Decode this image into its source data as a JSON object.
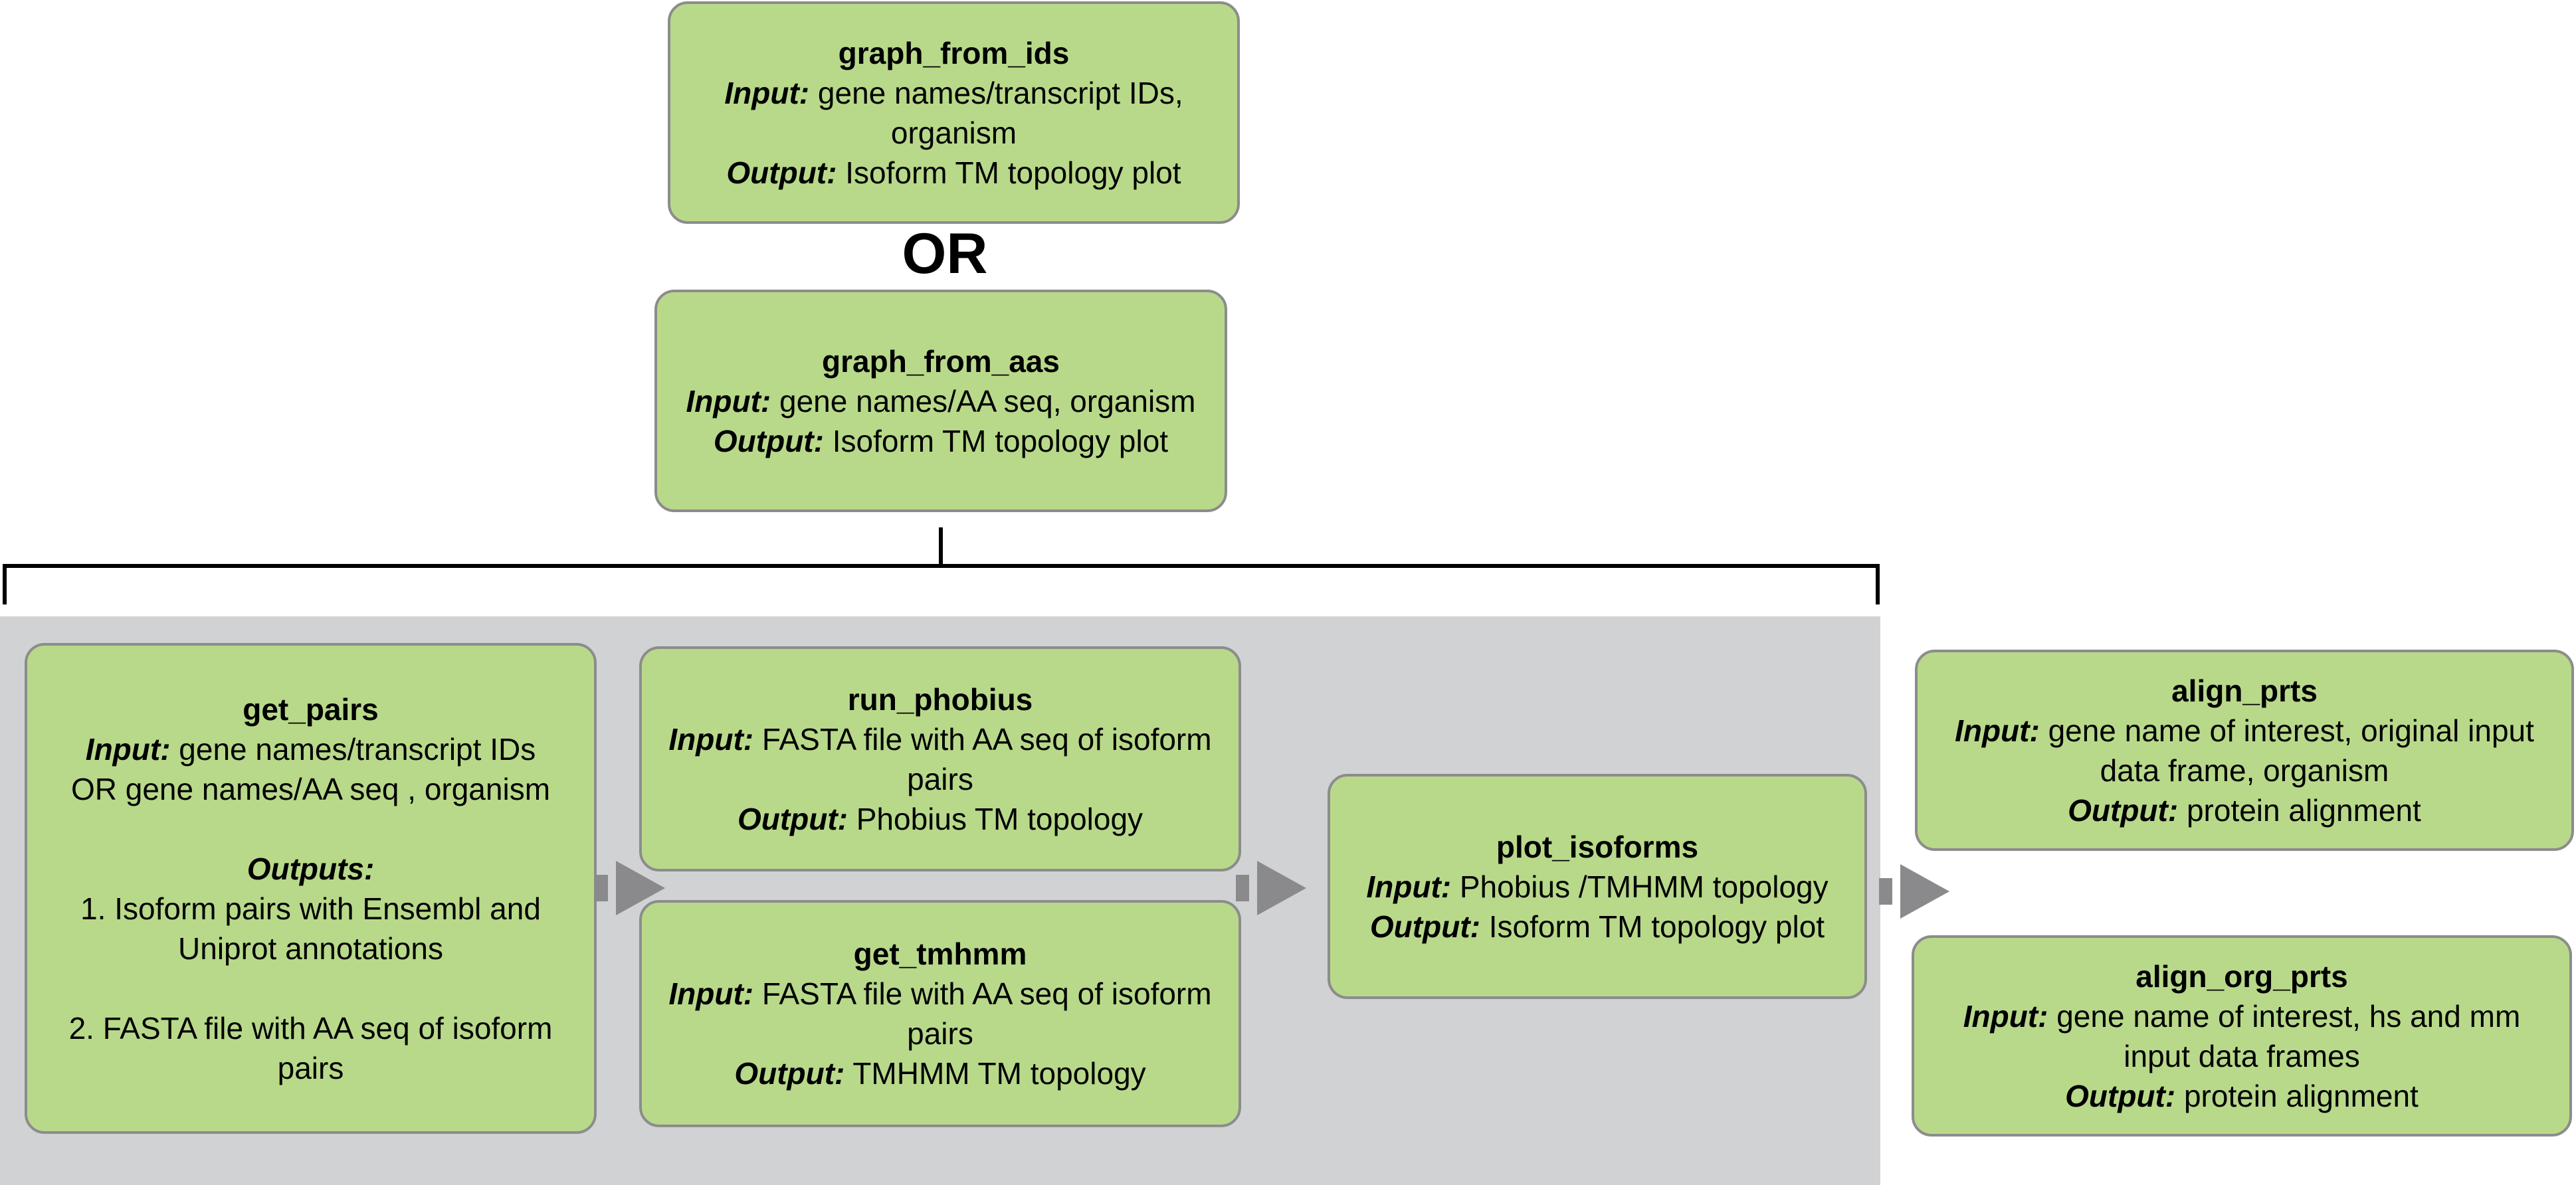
{
  "nodes": {
    "graph_from_ids": {
      "title": "graph_from_ids",
      "input_label": "Input:",
      "input_lines": [
        "gene names/transcript IDs,",
        "organism"
      ],
      "output_label": "Output:",
      "output_text": "Isoform TM topology plot"
    },
    "or_label": "OR",
    "graph_from_aas": {
      "title": "graph_from_aas",
      "input_label": "Input:",
      "input_text": "gene names/AA seq, organism",
      "output_label": "Output:",
      "output_text": "Isoform TM topology plot"
    },
    "get_pairs": {
      "title": "get_pairs",
      "input_label": "Input:",
      "input_lines": [
        "gene names/transcript IDs",
        "OR gene names/AA seq , organism"
      ],
      "outputs_label": "Outputs:",
      "output_1_lines": [
        "1. Isoform pairs with Ensembl and",
        "Uniprot annotations"
      ],
      "output_2_lines": [
        "2. FASTA file with AA seq of isoform",
        "pairs"
      ]
    },
    "run_phobius": {
      "title": "run_phobius",
      "input_label": "Input:",
      "input_lines": [
        "FASTA file with AA seq of isoform",
        "pairs"
      ],
      "output_label": "Output:",
      "output_text": "Phobius TM topology"
    },
    "get_tmhmm": {
      "title": "get_tmhmm",
      "input_label": "Input:",
      "input_lines": [
        "FASTA file with AA seq of isoform",
        "pairs"
      ],
      "output_label": "Output:",
      "output_text": "TMHMM TM topology"
    },
    "plot_isoforms": {
      "title": "plot_isoforms",
      "input_label": "Input:",
      "input_text": "Phobius /TMHMM topology",
      "output_label": "Output:",
      "output_text": "Isoform TM topology plot"
    },
    "align_prts": {
      "title": "align_prts",
      "input_label": "Input:",
      "input_lines": [
        "gene name of interest, original input",
        "data frame, organism"
      ],
      "output_label": "Output:",
      "output_text": "protein alignment"
    },
    "align_org_prts": {
      "title": "align_org_prts",
      "input_label": "Input:",
      "input_lines": [
        "gene name of interest, hs and mm",
        "input data frames"
      ],
      "output_label": "Output:",
      "output_text": "protein alignment"
    }
  },
  "colors": {
    "node_fill": "#b8d98a",
    "node_border": "#8c8c8c",
    "panel_gray": "#d1d2d4",
    "arrow_gray": "#8a8a8c",
    "line_black": "#000000"
  }
}
